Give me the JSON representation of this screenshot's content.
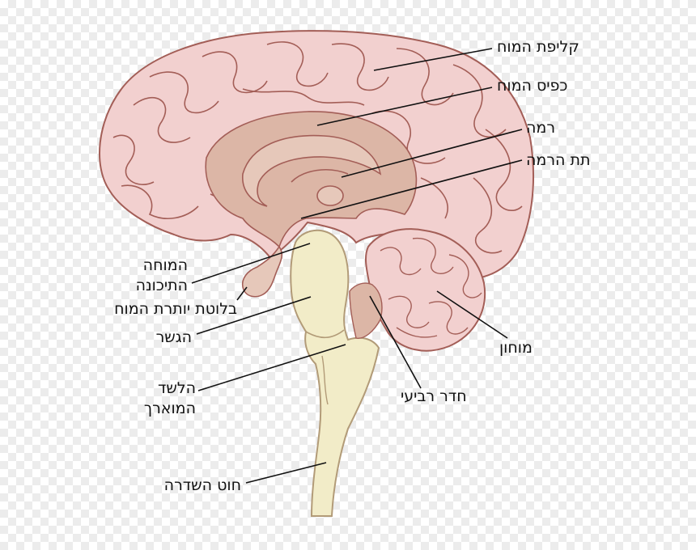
{
  "labels": {
    "cortex": "קליפת המוח",
    "corpus_callosum": "כפיס המוח",
    "thalamus": "רמה",
    "hypothalamus": "תת הרמה",
    "midbrain_l1": "המוחה",
    "midbrain_l2": "התיכונה",
    "pituitary": "בלוטת יותרת המוח",
    "pons": "הגשר",
    "medulla_l1": "הלשד",
    "medulla_l2": "המוארך",
    "spinal_cord": "חוט השדרה",
    "cerebellum": "מוחון",
    "fourth_ventricle": "חדר רביעי"
  },
  "colors": {
    "cortex_fill": "#f2d0cf",
    "cortex_stroke": "#a35e57",
    "inner_fill": "#dcb6a6",
    "deep_fill": "#e6c8ba",
    "stem_fill": "#f2ecc8",
    "stem_stroke": "#b29b78",
    "leader": "#111111"
  }
}
